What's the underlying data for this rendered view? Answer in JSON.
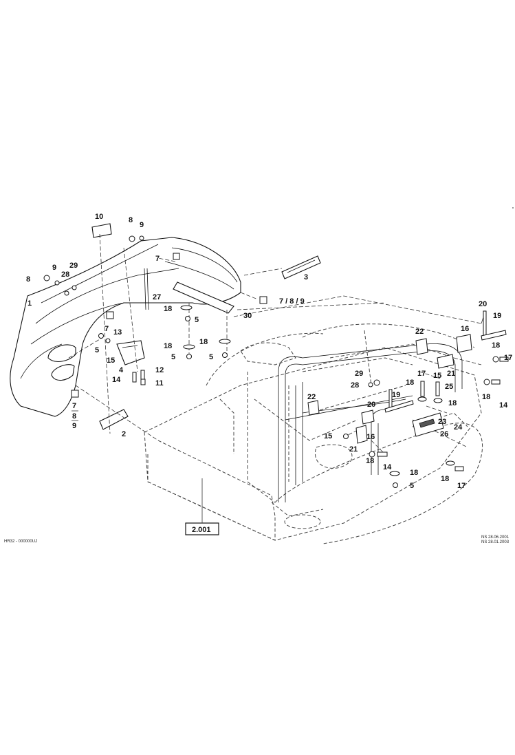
{
  "callouts": {
    "c1": "1",
    "c2": "2",
    "c3": "3",
    "c4": "4",
    "c5a": "5",
    "c5b": "5",
    "c5c": "5",
    "c5d": "5",
    "c5e": "5",
    "c7a": "7",
    "c7b": "7",
    "c789a": "7 / 8 / 9",
    "c7c": "7",
    "c8c": "8",
    "c9c": "9",
    "c8a": "8",
    "c8b": "8",
    "c9a": "9",
    "c9b": "9",
    "c10": "10",
    "c11": "11",
    "c12": "12",
    "c13": "13",
    "c14a": "14",
    "c14b": "14",
    "c14c": "14",
    "c15a": "15",
    "c15b": "15",
    "c15c": "15",
    "c16a": "16",
    "c16b": "16",
    "c17a": "17",
    "c17b": "17",
    "c17c": "17",
    "c18a": "18",
    "c18b": "18",
    "c18c": "18",
    "c18d": "18",
    "c18e": "18",
    "c18f": "18",
    "c18g": "18",
    "c18h": "18",
    "c18i": "18",
    "c19a": "19",
    "c19b": "19",
    "c20a": "20",
    "c20b": "20",
    "c21a": "21",
    "c21b": "21",
    "c22a": "22",
    "c22b": "22",
    "c23": "23",
    "c24": "24",
    "c25": "25",
    "c26": "26",
    "c27": "27",
    "c28a": "28",
    "c28b": "28",
    "c29a": "29",
    "c29b": "29",
    "c30": "30"
  },
  "reference_box": "2.001",
  "footer": {
    "left_code": "HR32  -  000000UJ",
    "date_line_1": "NS  28.06.2001",
    "date_line_2": "NS  28.01.2003"
  }
}
